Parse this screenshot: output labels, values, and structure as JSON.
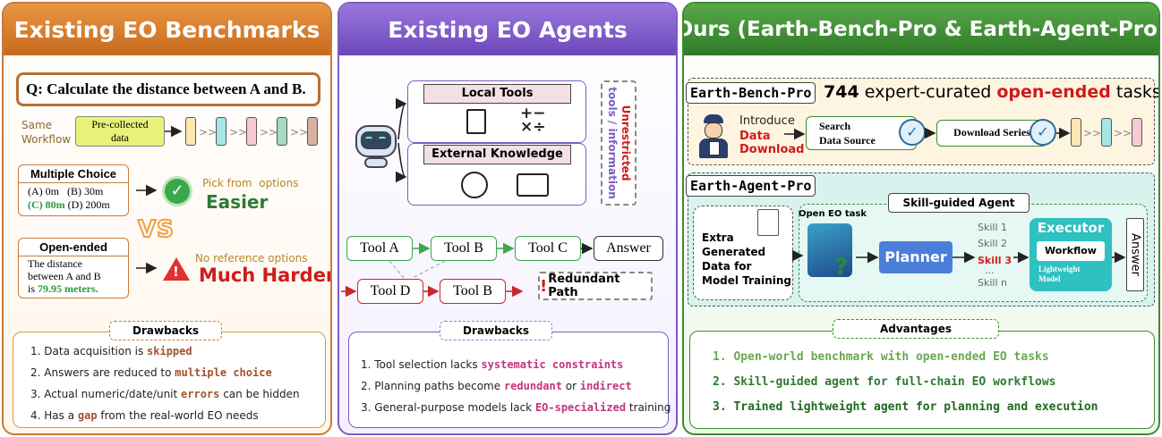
{
  "panel1": {
    "title": "Existing EO Benchmarks",
    "question": "Q: Calculate the distance between A and B.",
    "same_workflow": "Same\nWorkflow",
    "precollected": "Pre-collected\ndata",
    "mc_title": "Multiple Choice",
    "mc_line1": "(A) 0m   (B) 30m",
    "mc_line2_correct": "(C) 80m",
    "mc_line2_rest": " (D) 200m",
    "pick_from": "Pick from  options",
    "easier": "Easier",
    "vs": "VS",
    "oe_title": "Open-ended",
    "oe_text": "The distance\nbetween A and B\nis ",
    "oe_answer": "79.95 meters.",
    "no_ref": "No reference options",
    "harder": "Much Harder",
    "drawbacks_label": "Drawbacks",
    "items": [
      {
        "pre": "1. Data acquisition is ",
        "hl": "skipped",
        "post": ""
      },
      {
        "pre": "2. Answers are reduced to ",
        "hl": "multiple choice",
        "post": ""
      },
      {
        "pre": "3. Actual numeric/date/unit ",
        "hl": "errors",
        "post": " can be hidden"
      },
      {
        "pre": "4. Has a ",
        "hl": "gap",
        "post": " from the real-world EO needs"
      }
    ]
  },
  "panel2": {
    "title": "Existing EO Agents",
    "local_tools": "Local Tools",
    "external_knowledge": "External Knowledge",
    "unrestricted_line1": "Unrestricted",
    "unrestricted_line2": "tools / information",
    "tool_a": "Tool A",
    "tool_b": "Tool B",
    "tool_c": "Tool C",
    "answer": "Answer",
    "tool_d": "Tool D",
    "tool_b2": "Tool B",
    "redundant_mark": "!",
    "redundant": "Redundant Path",
    "drawbacks_label": "Drawbacks",
    "items": [
      {
        "pre": "1. Tool selection lacks ",
        "hl": "systematic constraints",
        "mid": "",
        "hl2": "",
        "post": ""
      },
      {
        "pre": "2. Planning paths become ",
        "hl": "redundant",
        "mid": " or ",
        "hl2": "indirect",
        "post": ""
      },
      {
        "pre": "3. General-purpose models lack ",
        "hl": "EO-specialized",
        "mid": "",
        "hl2": "",
        "post": " training"
      }
    ]
  },
  "panel3": {
    "title": "Ours (Earth-Bench-Pro & Earth-Agent-Pro)",
    "bench_label": "Earth-Bench-Pro",
    "bench_num": "744",
    "bench_text1": " expert-curated ",
    "bench_hl": "open-ended",
    "bench_text2": " tasks",
    "introduce": "Introduce",
    "data_download": "Data\nDownload",
    "search": "Search\nData Source",
    "download_series": "Download Series",
    "agent_label": "Earth-Agent-Pro",
    "skill_agent": "Skill-guided Agent",
    "extra": "Extra\nGenerated\nData for\nModel Training",
    "open_task": "Open EO task",
    "planner": "Planner",
    "skills": [
      "Skill 1",
      "Skill 2",
      "Skill 3",
      "...",
      "Skill n"
    ],
    "executor": "Executor",
    "workflow": "Workflow",
    "lightweight": "Lightweight\nModel",
    "answer": "Answer",
    "advantages_label": "Advantages",
    "items": [
      "1. Open-world benchmark with open-ended EO tasks",
      "2. Skill-guided agent for full-chain EO workflows",
      "3. Trained lightweight agent for planning and execution"
    ]
  },
  "colors": {
    "orange": "#d9782a",
    "purple": "#7d5bc4",
    "green": "#3e8a35",
    "red": "#d11a1a",
    "brown": "#a0522d",
    "magenta": "#c2357a"
  }
}
